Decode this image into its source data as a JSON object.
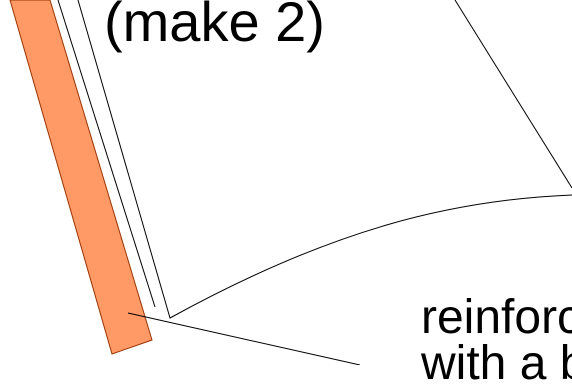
{
  "labels": {
    "title": "(make 2)",
    "note_line_1": "reinforc",
    "note_line_2": "with a b"
  },
  "colors": {
    "strip_fill": "#FF9966",
    "strip_stroke": "#993300",
    "outline": "#000000"
  }
}
